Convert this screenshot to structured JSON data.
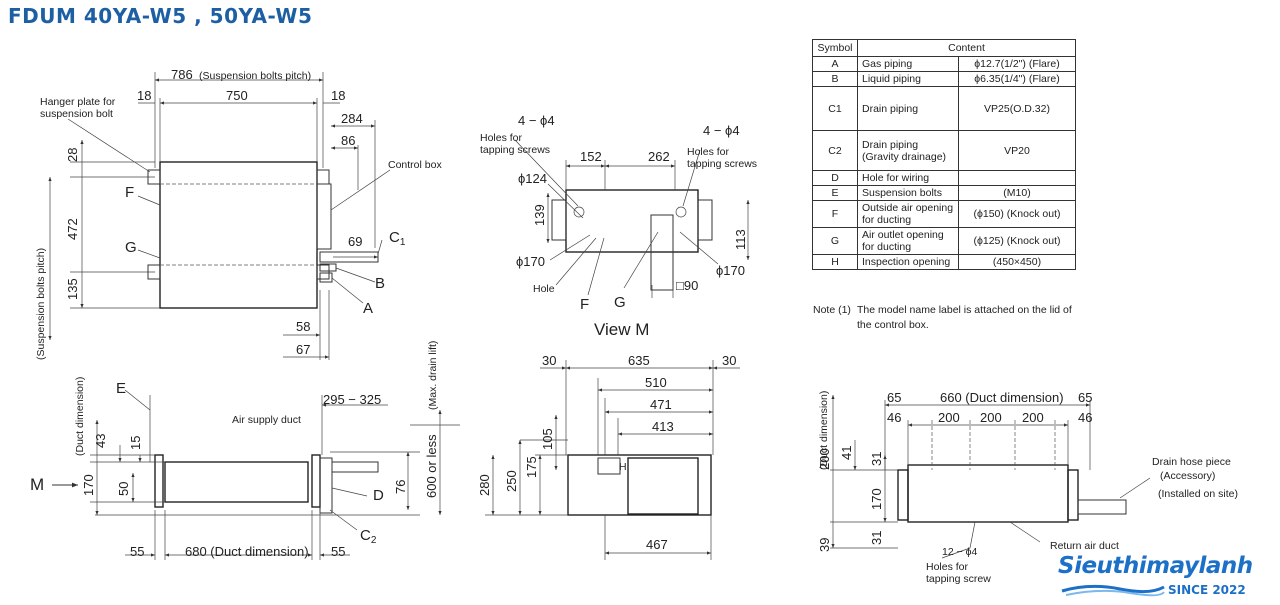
{
  "title": "FDUM 40YA-W5 , 50YA-W5",
  "table": {
    "headers": [
      "Symbol",
      "Content"
    ],
    "rows": [
      {
        "symbol": "A",
        "item": "Gas piping",
        "spec": "ϕ12.7(1/2\") (Flare)"
      },
      {
        "symbol": "B",
        "item": "Liquid piping",
        "spec": "ϕ6.35(1/4\") (Flare)"
      },
      {
        "symbol": "C1",
        "item": "Drain piping",
        "spec": "VP25(O.D.32)"
      },
      {
        "symbol": "C2",
        "item": "Drain piping\n  (Gravity drainage)",
        "spec": "VP20"
      },
      {
        "symbol": "D",
        "item": "Hole for wiring",
        "spec": ""
      },
      {
        "symbol": "E",
        "item": "Suspension bolts",
        "spec": "(M10)"
      },
      {
        "symbol": "F",
        "item": "Outside air opening\nfor ducting",
        "spec": "(ϕ150) (Knock out)"
      },
      {
        "symbol": "G",
        "item": "Air outlet opening\nfor ducting",
        "spec": "(ϕ125) (Knock out)"
      },
      {
        "symbol": "H",
        "item": "Inspection opening",
        "spec": "(450×450)"
      }
    ]
  },
  "note": {
    "prefix": "Note (1)",
    "text": "The model name label is attached on the lid of the control box."
  },
  "top_view": {
    "d786": "786",
    "d786_note": "(Suspension bolts pitch)",
    "d750": "750",
    "d18a": "18",
    "d18b": "18",
    "d284": "284",
    "d86": "86",
    "d28": "28",
    "d472": "472",
    "d135": "135",
    "d69": "69",
    "d58": "58",
    "d67": "67",
    "side_note": "(Suspension bolts pitch)",
    "hanger1": "Hanger plate for",
    "hanger2": "suspension bolt",
    "control_box": "Control box",
    "F": "F",
    "G": "G",
    "C": "C",
    "C_sub": "1",
    "B": "B",
    "A": "A"
  },
  "view_m": {
    "holes_left": "4 − ϕ4",
    "holes_left_t1": "Holes for",
    "holes_left_t2": "tapping screws",
    "holes_right": "4 − ϕ4",
    "holes_right_t1": "Holes for",
    "holes_right_t2": "tapping screws",
    "d152": "152",
    "d262": "262",
    "d124": "ϕ124",
    "d139": "139",
    "d113": "113",
    "d170a": "ϕ170",
    "d170b": "ϕ170",
    "hole": "Hole",
    "F": "F",
    "G": "G",
    "d90": "□90",
    "caption": "View M"
  },
  "front_view": {
    "E": "E",
    "duct_dim": "(Duct dimension)",
    "air_supply": "Air supply duct",
    "d295": "295 − 325",
    "d43": "43",
    "d15": "15",
    "d170": "170",
    "d50": "50",
    "d76": "76",
    "d600": "600 or less",
    "max_drain": "(Max. drain lift)",
    "M": "M",
    "D": "D",
    "C": "C",
    "C_sub": "2",
    "d55a": "55",
    "d680": "680 (Duct dimension)",
    "d55b": "55"
  },
  "side_view": {
    "d30a": "30",
    "d635": "635",
    "d30b": "30",
    "d510": "510",
    "d471": "471",
    "d413": "413",
    "d105": "105",
    "d175": "175",
    "d250": "250",
    "d280": "280",
    "d467": "467",
    "H": "H"
  },
  "rear_view": {
    "duct_dim": "(Duct dimension)",
    "d65a": "65",
    "d660": "660 (Duct dimension)",
    "d65b": "65",
    "d46a": "46",
    "d200a": "200",
    "d200b": "200",
    "d200c": "200",
    "d46b": "46",
    "d200v": "200",
    "d41": "41",
    "d31a": "31",
    "d170": "170",
    "d31b": "31",
    "d39": "39",
    "drain1": "Drain hose piece",
    "drain2": "(Accessory)",
    "drain3": "(Installed on site)",
    "return_air": "Return air duct",
    "holes": "12 − ϕ4",
    "holes_t1": "Holes for",
    "holes_t2": "tapping screw"
  },
  "logo": {
    "brand": "Sieuthimaylanh",
    "since": "SINCE 2022"
  },
  "colors": {
    "title": "#1d5fa3",
    "logo": "#1c70c8",
    "line": "#333333"
  }
}
